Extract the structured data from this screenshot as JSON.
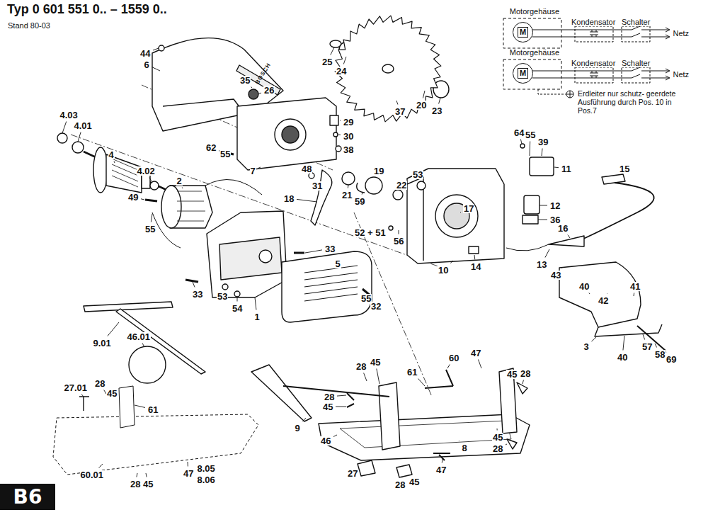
{
  "diagram": {
    "title": "Typ 0 601 551 0.. – 1559 0..",
    "nodes": [
      {
        "text": [
          "B6"
        ]
      },
      {
        "text": [
          "Motorgehäuse"
        ]
      },
      {
        "text": [
          "M"
        ],
        "in": 1
      },
      {
        "text": [
          "Motorgehäuse"
        ]
      },
      {
        "text": [
          "M"
        ],
        "in": 3
      }
    ],
    "labels": [
      "Stand 80-03",
      "Kondensator",
      "Schalter",
      "Netz",
      "Kondensator",
      "Schalter",
      "Netz",
      "Erdleiter nur schutz- geerdete Ausführung durch Pos. 10 in Pos.7",
      "BOSCH",
      "44",
      "6",
      "35",
      "26",
      "25",
      "24",
      "37",
      "20",
      "23",
      "4.03",
      "4.01",
      "4",
      "4.02",
      "2",
      "29",
      "30",
      "38",
      "62",
      "55",
      "7",
      "19",
      "22",
      "21",
      "48",
      "31",
      "18",
      "59",
      "53",
      "17",
      "64",
      "55",
      "39",
      "11",
      "15",
      "12",
      "36",
      "16",
      "52 + 51",
      "56",
      "10",
      "14",
      "13",
      "43",
      "49",
      "55",
      "33",
      "5",
      "33",
      "53",
      "54",
      "1",
      "55",
      "32",
      "40",
      "42",
      "41",
      "3",
      "40",
      "57",
      "58",
      "69",
      "9.01",
      "46.01",
      "27.01",
      "28",
      "45",
      "61",
      "60.01",
      "28",
      "45",
      "47",
      "8.05",
      "8.06",
      "28",
      "45",
      "60",
      "47",
      "61",
      "45",
      "28",
      "28",
      "45",
      "9",
      "46",
      "45",
      "28",
      "8",
      "47",
      "27",
      "28",
      "45"
    ]
  }
}
